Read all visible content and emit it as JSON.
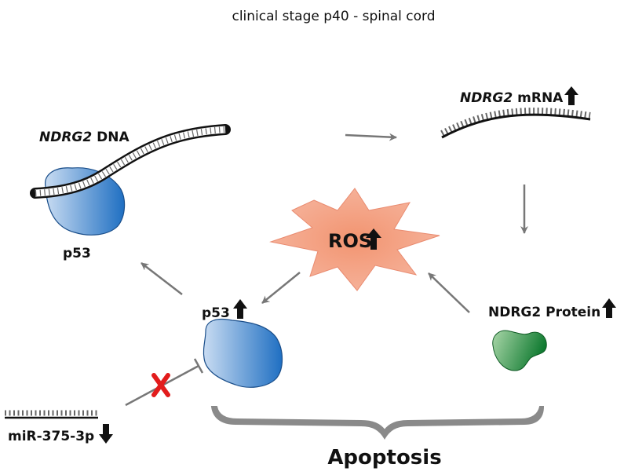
{
  "title": "clinical stage p40 - spinal cord",
  "labels": {
    "dna_gene": "NDRG2",
    "dna_suffix": " DNA",
    "mrna_gene": "NDRG2",
    "mrna_suffix": " mRNA",
    "p53_bound": "p53",
    "p53_up": "p53",
    "ros": "ROS",
    "protein": "NDRG2 Protein",
    "mirna": "miR-375-3p",
    "apoptosis": "Apoptosis"
  },
  "indicators": {
    "mrna": "up",
    "ros": "up",
    "p53": "up",
    "protein": "up",
    "mirna": "down",
    "mirna_inhibition": "blocked"
  },
  "colors": {
    "arrow": "#777777",
    "ros_fill": "#f39b7d",
    "p53_blue": "#2f79c6",
    "protein_green": "#1a8a3a",
    "block_x": "#e21c1c",
    "brace": "#8a8a8a"
  }
}
